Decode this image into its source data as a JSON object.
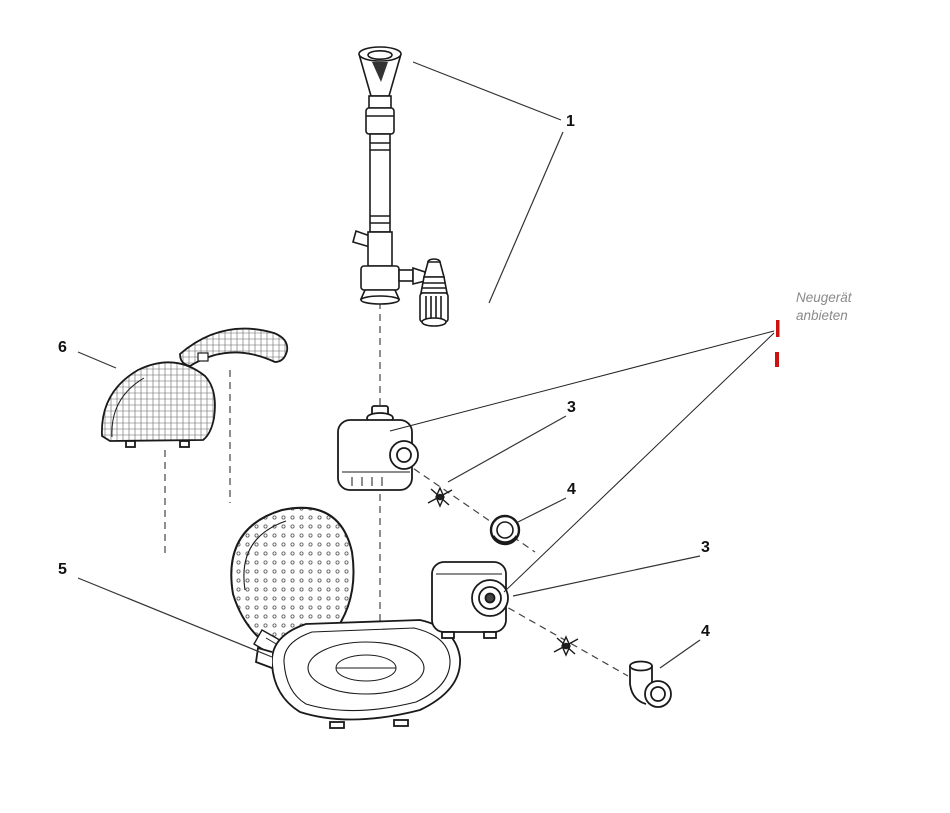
{
  "diagram": {
    "type": "exploded-parts-diagram",
    "labels": {
      "part1": "1",
      "part3_upper": "3",
      "part4_upper": "4",
      "part3_lower": "3",
      "part4_lower": "4",
      "part5": "5",
      "part6": "6"
    },
    "annotation": {
      "line1": "Neugerät",
      "line2": "anbieten"
    },
    "colors": {
      "line": "#1a1a1a",
      "annotation_text": "#8a8a8a",
      "redaction_mark": "#cc1111",
      "background": "#ffffff"
    },
    "parts_semantic": [
      {
        "number": "1",
        "name": "fountain-nozzle-telescope-assembly"
      },
      {
        "number": "3",
        "name": "pump-motor-unit"
      },
      {
        "number": "4",
        "name": "outlet-connector-fitting"
      },
      {
        "number": "5",
        "name": "housing-base-shell"
      },
      {
        "number": "6",
        "name": "housing-cover-halves"
      }
    ]
  }
}
